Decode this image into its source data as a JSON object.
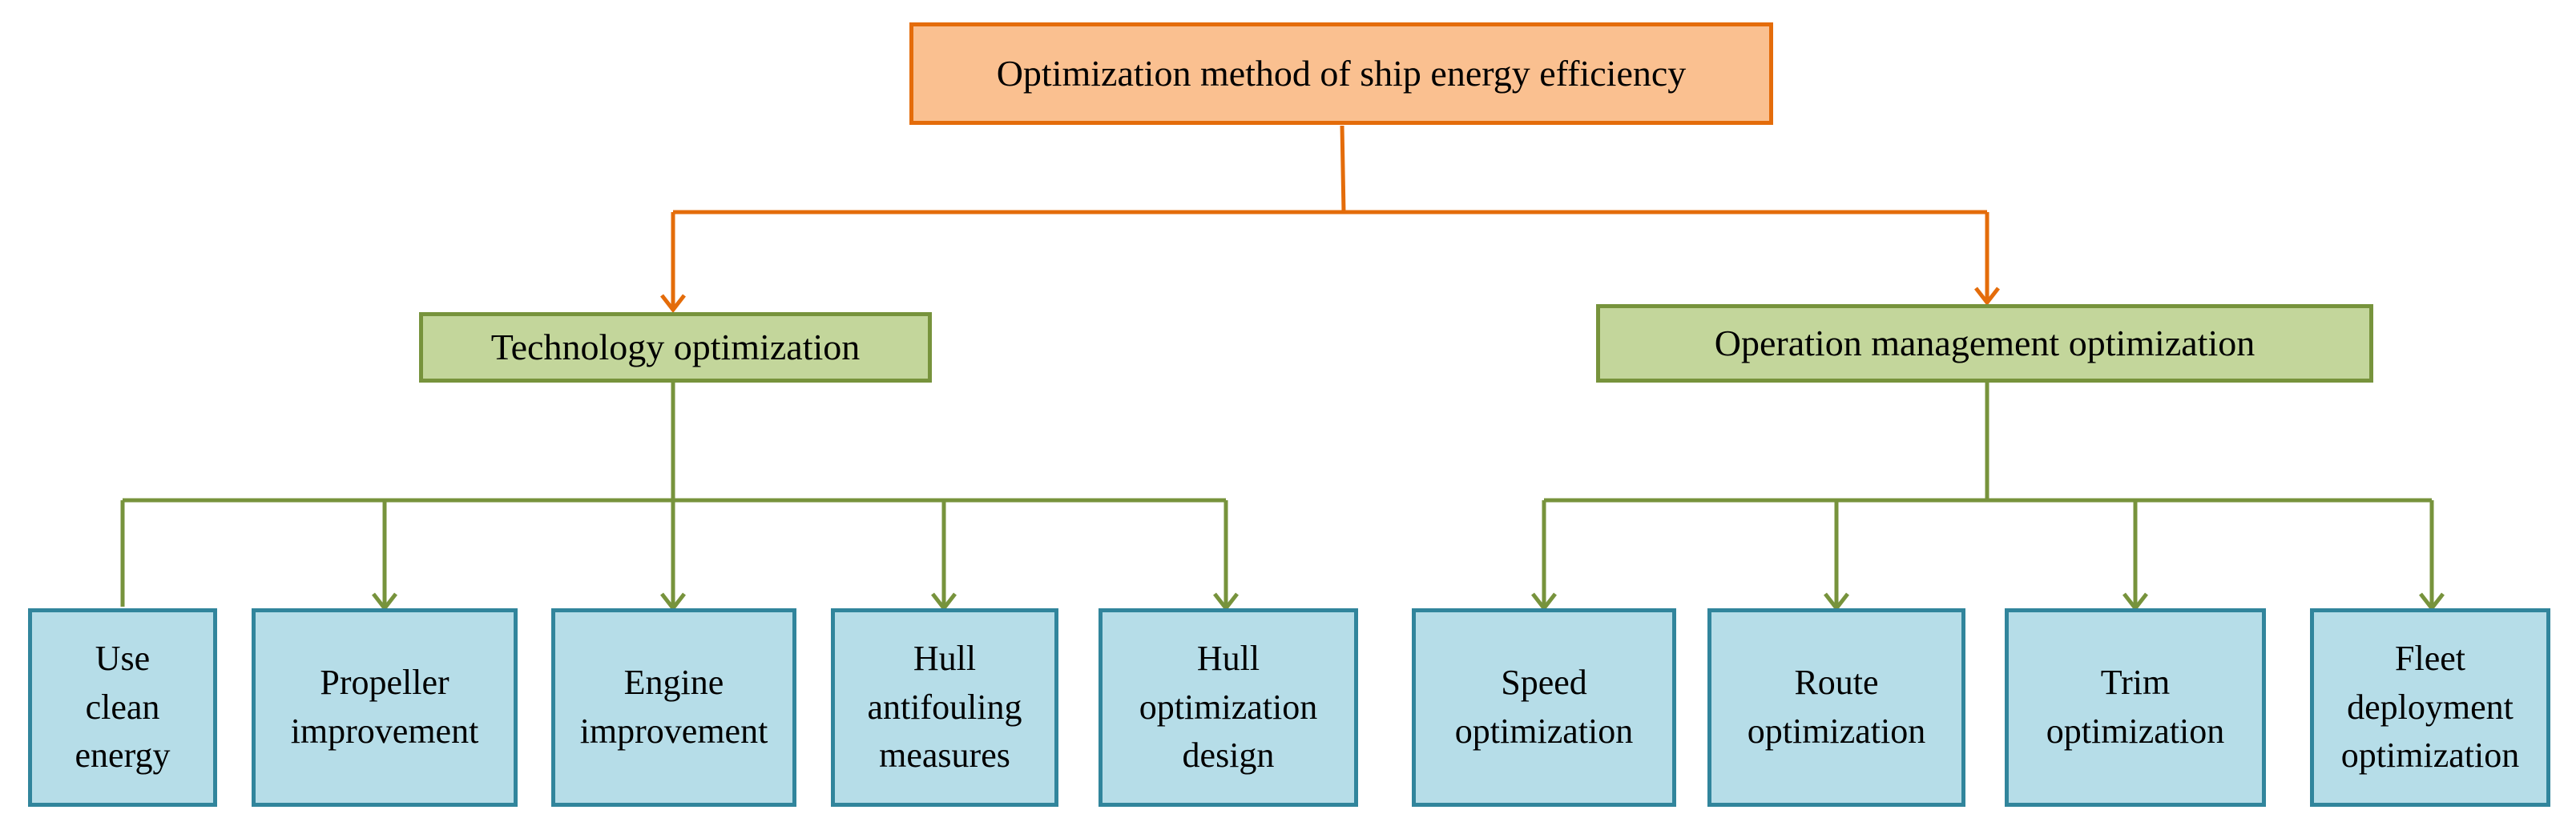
{
  "root": {
    "label": "Optimization method of ship energy efficiency"
  },
  "branches": [
    {
      "label": "Technology optimization",
      "children": [
        "Use\nclean\nenergy",
        "Propeller\nimprovement",
        "Engine\nimprovement",
        "Hull\nantifouling\nmeasures",
        "Hull\noptimization\ndesign"
      ]
    },
    {
      "label": "Operation management optimization",
      "children": [
        "Speed\noptimization",
        "Route\noptimization",
        "Trim\noptimization",
        "Fleet\ndeployment\noptimization"
      ]
    }
  ],
  "colors": {
    "root_fill": "#fac090",
    "root_border": "#e46c0a",
    "branch_fill": "#c3d69b",
    "branch_border": "#77933c",
    "leaf_fill": "#b6dde8",
    "leaf_border": "#31859c"
  }
}
